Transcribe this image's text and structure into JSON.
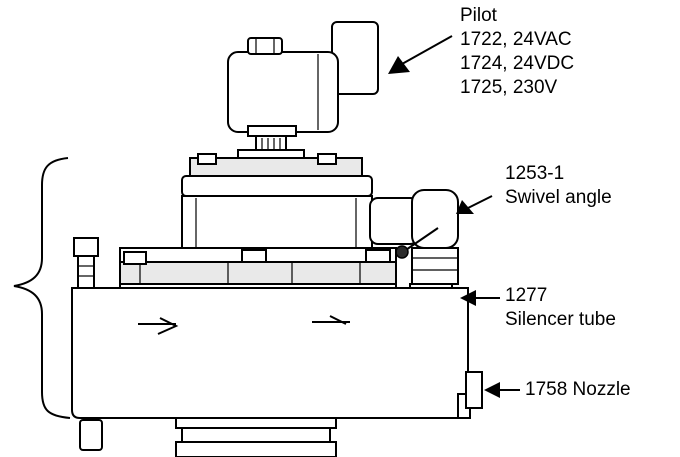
{
  "labels": {
    "pilot": [
      "Pilot",
      "1722, 24VAC",
      "1724, 24VDC",
      "1725, 230V"
    ],
    "swivel": [
      "1253-1",
      "Swivel angle"
    ],
    "silencer": [
      "1277",
      "Silencer tube"
    ],
    "nozzle": [
      "1758 Nozzle"
    ]
  },
  "colors": {
    "line": "#000000",
    "background": "#ffffff",
    "fill_shade": "#e9e9e9"
  }
}
